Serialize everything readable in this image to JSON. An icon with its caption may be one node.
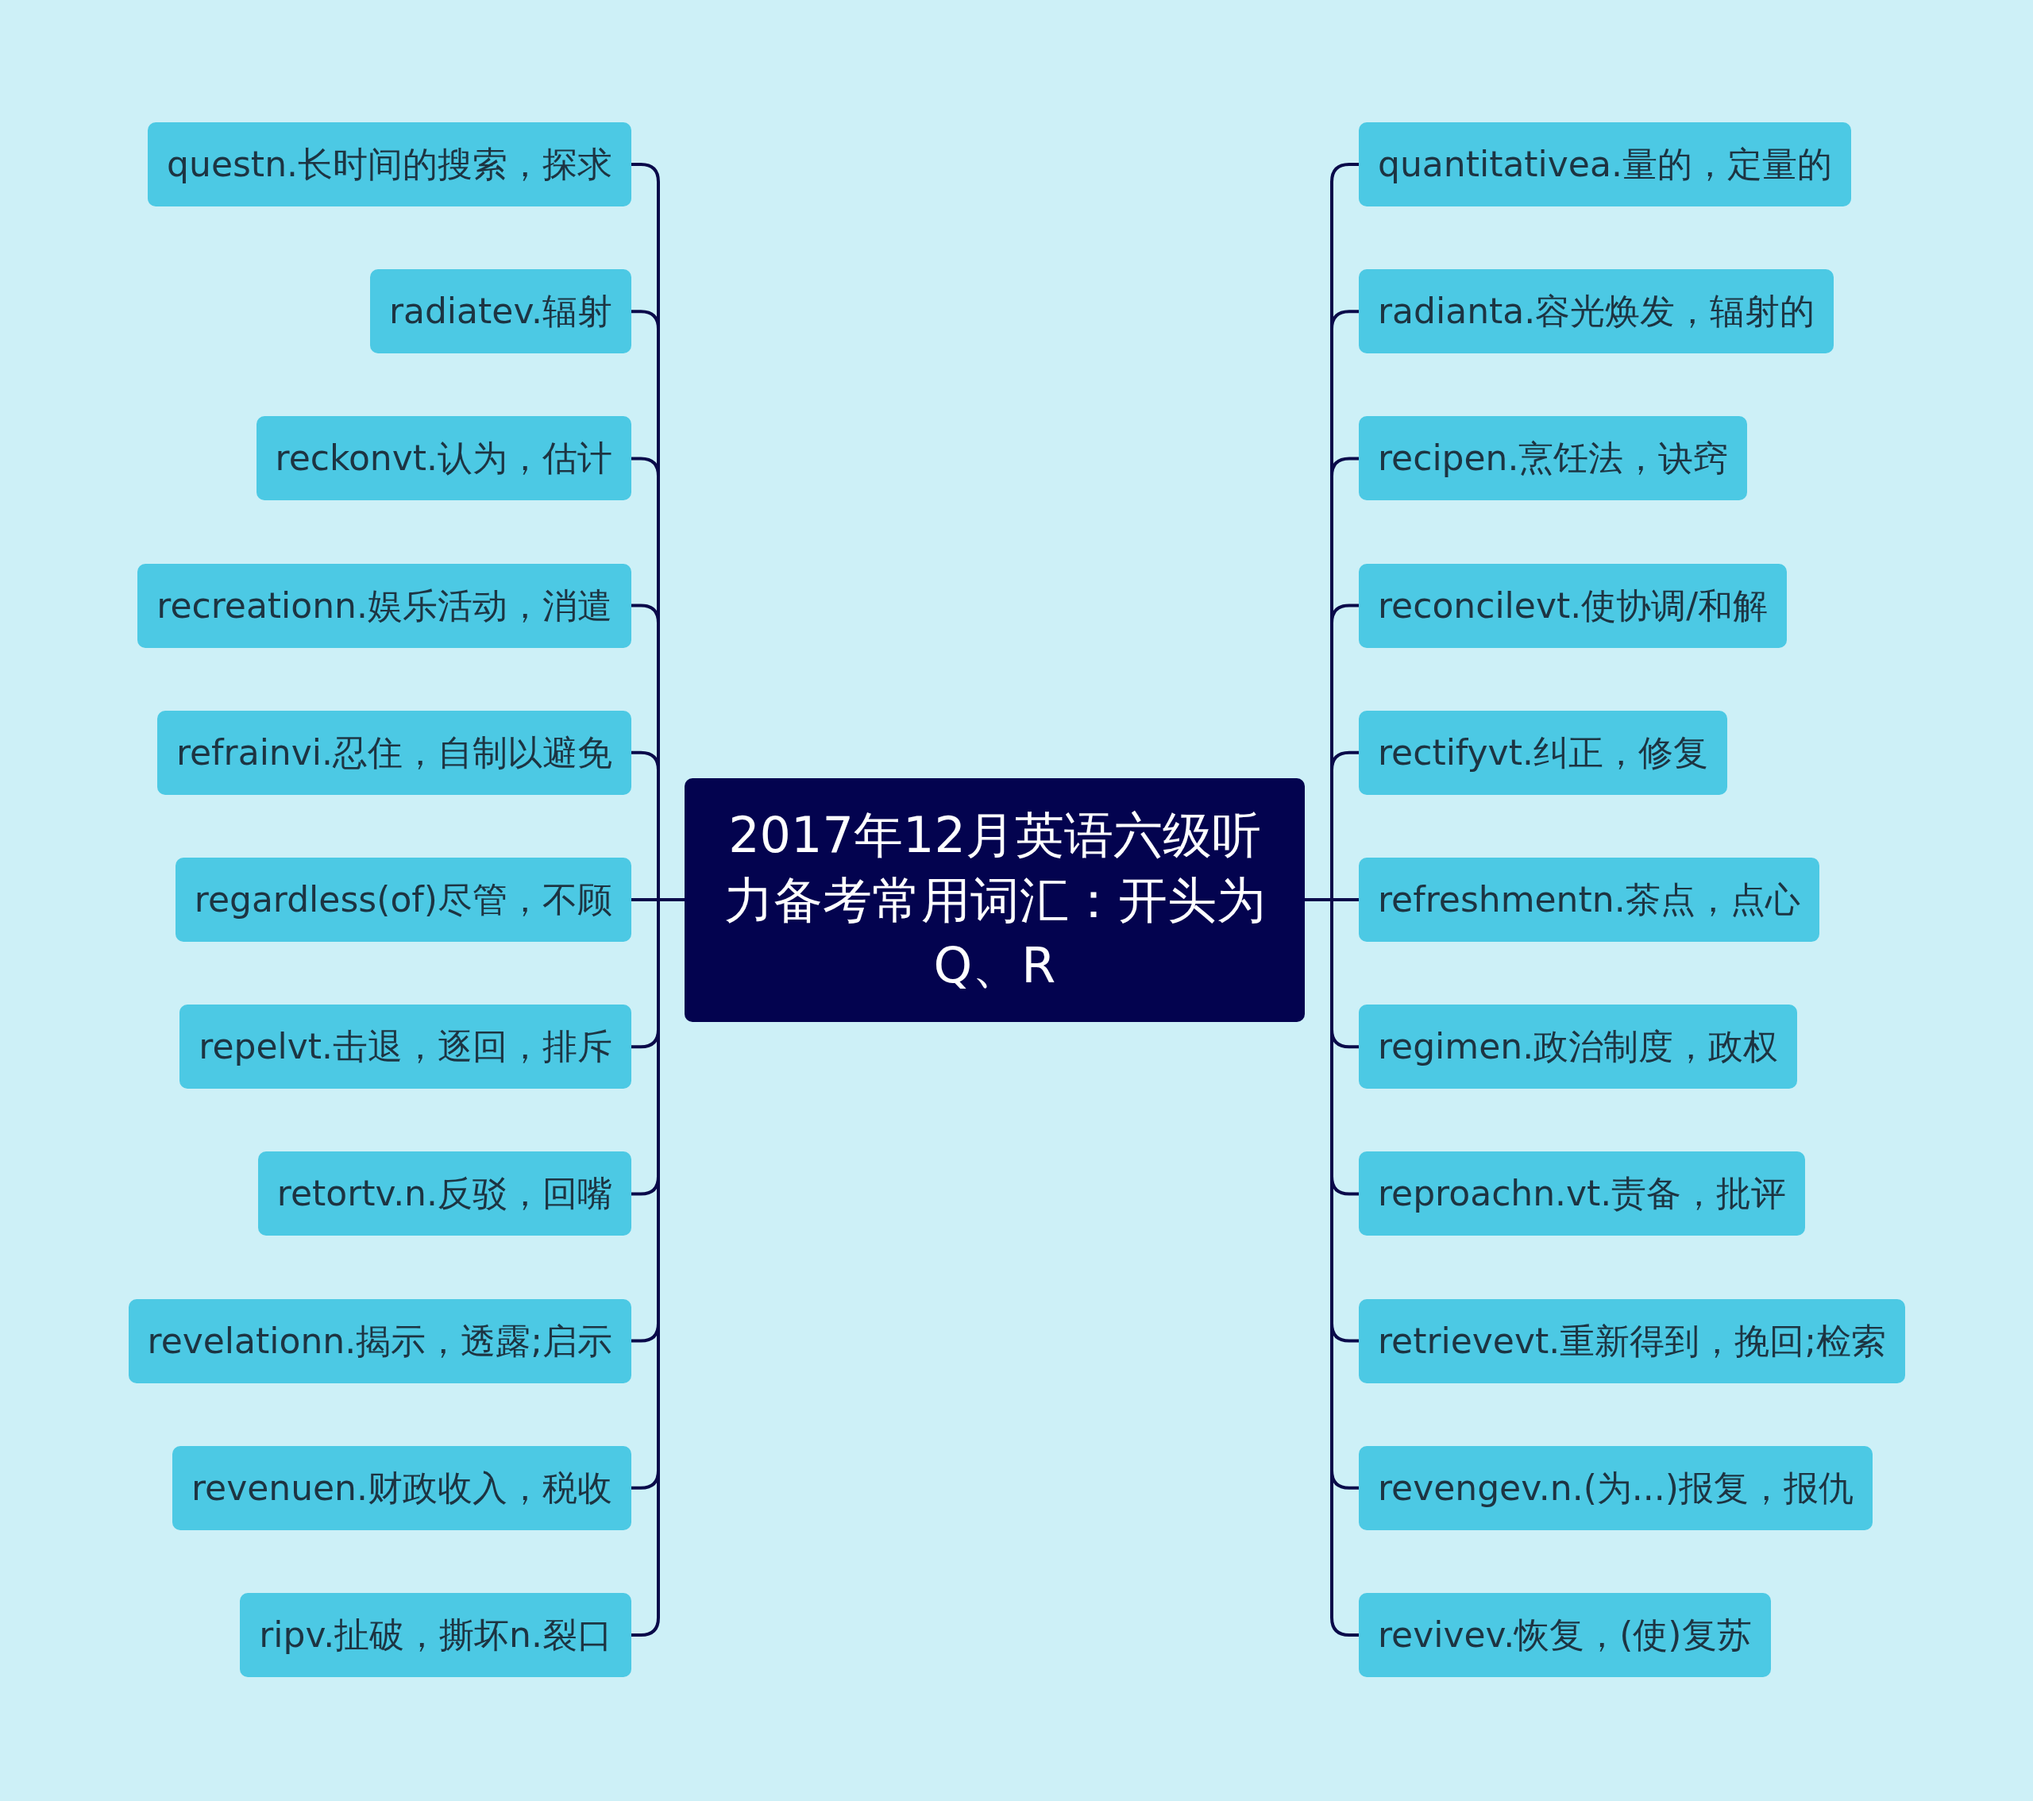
{
  "diagram": {
    "nodes": [
      {
        "text": [
          "2017年12月英语六级听力备考常用词汇：开头为Q、R"
        ]
      },
      {
        "text": [
          "questn.长时间的搜索，探求"
        ]
      },
      {
        "text": [
          "radiatev.辐射"
        ]
      },
      {
        "text": [
          "reckonvt.认为，估计"
        ]
      },
      {
        "text": [
          "recreationn.娱乐活动，消遣"
        ]
      },
      {
        "text": [
          "refrainvi.忍住，自制以避免"
        ]
      },
      {
        "text": [
          "regardless(of)尽管，不顾"
        ]
      },
      {
        "text": [
          "repelvt.击退，逐回，排斥"
        ]
      },
      {
        "text": [
          "retortv.n.反驳，回嘴"
        ]
      },
      {
        "text": [
          "revelationn.揭示，透露;启示"
        ]
      },
      {
        "text": [
          "revenuen.财政收入，税收"
        ]
      },
      {
        "text": [
          "ripv.扯破，撕坏n.裂口"
        ]
      },
      {
        "text": [
          "quantitativea.量的，定量的"
        ]
      },
      {
        "text": [
          "radianta.容光焕发，辐射的"
        ]
      },
      {
        "text": [
          "recipen.烹饪法，诀窍"
        ]
      },
      {
        "text": [
          "reconcilevt.使协调/和解"
        ]
      },
      {
        "text": [
          "rectifyvt.纠正，修复"
        ]
      },
      {
        "text": [
          "refreshmentn.茶点，点心"
        ]
      },
      {
        "text": [
          "regimen.政治制度，政权"
        ]
      },
      {
        "text": [
          "reproachn.vt.责备，批评"
        ]
      },
      {
        "text": [
          "retrievevt.重新得到，挽回;检索"
        ]
      },
      {
        "text": [
          "revengev.n.(为...)报复，报仇"
        ]
      },
      {
        "text": [
          "revivev.恢复，(使)复苏"
        ]
      }
    ],
    "edges": [
      {
        "from": 0,
        "to": 1,
        "arrow": "none"
      },
      {
        "from": 0,
        "to": 2,
        "arrow": "none"
      },
      {
        "from": 0,
        "to": 3,
        "arrow": "none"
      },
      {
        "from": 0,
        "to": 4,
        "arrow": "none"
      },
      {
        "from": 0,
        "to": 5,
        "arrow": "none"
      },
      {
        "from": 0,
        "to": 6,
        "arrow": "none"
      },
      {
        "from": 0,
        "to": 7,
        "arrow": "none"
      },
      {
        "from": 0,
        "to": 8,
        "arrow": "none"
      },
      {
        "from": 0,
        "to": 9,
        "arrow": "none"
      },
      {
        "from": 0,
        "to": 10,
        "arrow": "none"
      },
      {
        "from": 0,
        "to": 11,
        "arrow": "none"
      },
      {
        "from": 0,
        "to": 12,
        "arrow": "none"
      },
      {
        "from": 0,
        "to": 13,
        "arrow": "none"
      },
      {
        "from": 0,
        "to": 14,
        "arrow": "none"
      },
      {
        "from": 0,
        "to": 15,
        "arrow": "none"
      },
      {
        "from": 0,
        "to": 16,
        "arrow": "none"
      },
      {
        "from": 0,
        "to": 17,
        "arrow": "none"
      },
      {
        "from": 0,
        "to": 18,
        "arrow": "none"
      },
      {
        "from": 0,
        "to": 19,
        "arrow": "none"
      },
      {
        "from": 0,
        "to": 20,
        "arrow": "none"
      },
      {
        "from": 0,
        "to": 21,
        "arrow": "none"
      },
      {
        "from": 0,
        "to": 22,
        "arrow": "none"
      }
    ]
  }
}
